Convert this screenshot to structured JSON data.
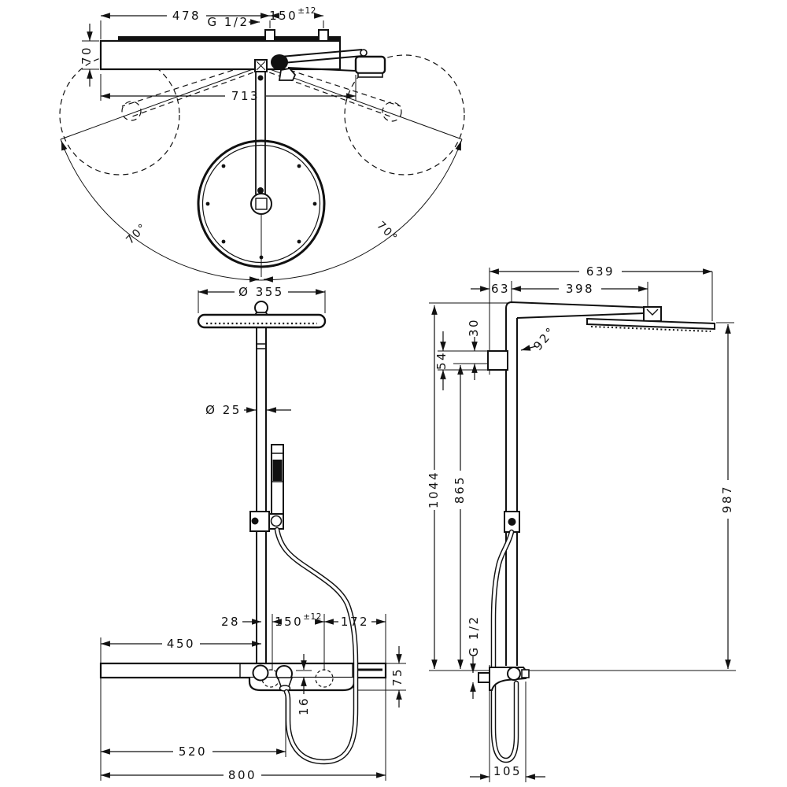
{
  "drawing": {
    "type": "technical-dimension-drawing",
    "subject": "showerpipe with overhead shower, hand shower and shelf mixer",
    "line_color": "#111111",
    "background": "#ffffff",
    "views": {
      "top": "plan view with swivel range",
      "front": "front elevation",
      "side": "side elevation"
    },
    "dims": {
      "top_width": "478",
      "top_thread": "G 1/2",
      "top_port_spacing": "150",
      "top_port_tol": "±12",
      "top_depth": "70",
      "top_span": "713",
      "swivel_left": "70°",
      "swivel_right": "70°",
      "head_dia": "Ø 355",
      "pipe_dia": "Ø 25",
      "front_offset": "28",
      "front_spacing": "150",
      "front_tol": "±12",
      "front_right": "172",
      "front_left_to_pipe": "450",
      "shelf_height": "75",
      "shelf_gap": "16",
      "front_spout": "520",
      "front_total": "800",
      "side_total_depth": "639",
      "side_wall_offset": "63",
      "side_arm": "398",
      "side_gap": "30",
      "side_block": "54",
      "side_angle": "92°",
      "side_height_pipe_top": "1044",
      "side_height_holder": "865",
      "side_height_head": "987",
      "side_thread": "G 1/2",
      "side_base_depth": "105"
    }
  }
}
